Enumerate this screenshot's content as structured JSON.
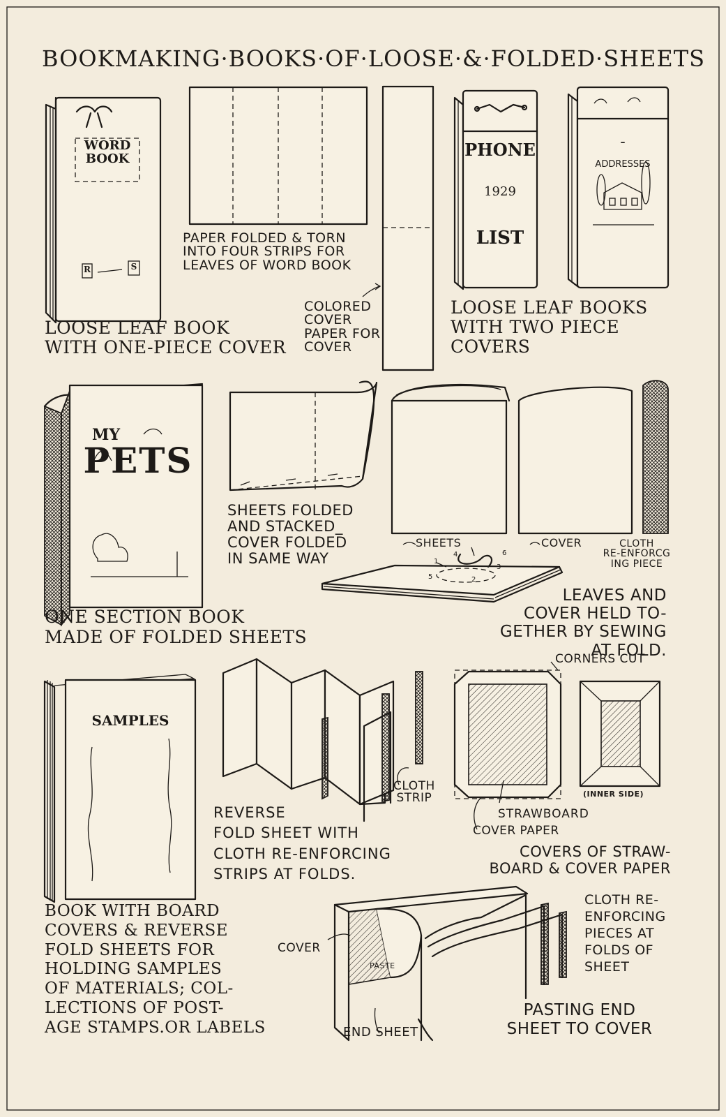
{
  "title": "BOOKMAKING·BOOKS·OF·LOOSE·&·FOLDED·SHEETS",
  "colors": {
    "paper": "#f3ecdd",
    "ink": "#1d1a17"
  },
  "row1": {
    "word_book": {
      "cover_text": "WORD\nBOOK",
      "corner_left": "R",
      "corner_right": "S"
    },
    "caption_strips": "PAPER FOLDED & TORN\nINTO FOUR STRIPS FOR\nLEAVES OF WORD BOOK",
    "caption_cover_paper": "COLORED\nCOVER\nPAPER FOR\nCOVER",
    "caption_loose_leaf": "LOOSE LEAF BOOK\nWITH ONE-PIECE COVER",
    "phone_book": {
      "line1": "PHONE",
      "line2": "1929",
      "line3": "LIST"
    },
    "address_book": {
      "dash": "–",
      "label": "ADDRESSES"
    },
    "caption_two_piece": "LOOSE LEAF BOOKS\nWITH TWO PIECE\nCOVERS"
  },
  "row2": {
    "pets_book": {
      "line1": "MY",
      "line2": "PETS"
    },
    "caption_sheets_folded": "SHEETS FOLDED\nAND STACKED_\nCOVER FOLDED\nIN SAME WAY",
    "label_sheets": "SHEETS",
    "label_cover": "COVER",
    "label_cloth_piece": "CLOTH\nRE-ENFORCG\nING PIECE",
    "stitch_numbers": [
      "1",
      "2",
      "3",
      "4",
      "5",
      "6"
    ],
    "caption_sewing": "LEAVES AND\nCOVER HELD TO-\nGETHER BY SEWING\nAT FOLD.",
    "caption_one_section": "ONE SECTION BOOK\nMADE OF FOLDED SHEETS"
  },
  "row3": {
    "samples_book": {
      "label": "SAMPLES"
    },
    "label_cloth_strip": "CLOTH\nSTRIP",
    "caption_reverse_fold": "REVERSE\nFOLD SHEET WITH\nCLOTH RE-ENFORCING\nSTRIPS AT FOLDS.",
    "label_corners_cut": "CORNERS CUT",
    "label_inner_side": "(INNER SIDE)",
    "label_strawboard": "STRAWBOARD",
    "label_cover_paper": "COVER PAPER",
    "caption_covers": "COVERS OF STRAW-\nBOARD & COVER PAPER"
  },
  "row4": {
    "caption_board_covers": "BOOK WITH BOARD\nCOVERS & REVERSE\nFOLD SHEETS FOR\nHOLDING SAMPLES\nOF MATERIALS; COL-\nLECTIONS OF POST-\nAGE STAMPS.OR LABELS",
    "label_cover": "COVER",
    "label_paste": "PASTE",
    "label_end_sheet": "END SHEET",
    "label_cloth_pieces": "CLOTH RE-\nENFORCING\nPIECES AT\nFOLDS OF\nSHEET",
    "caption_pasting": "PASTING END\nSHEET TO COVER"
  }
}
